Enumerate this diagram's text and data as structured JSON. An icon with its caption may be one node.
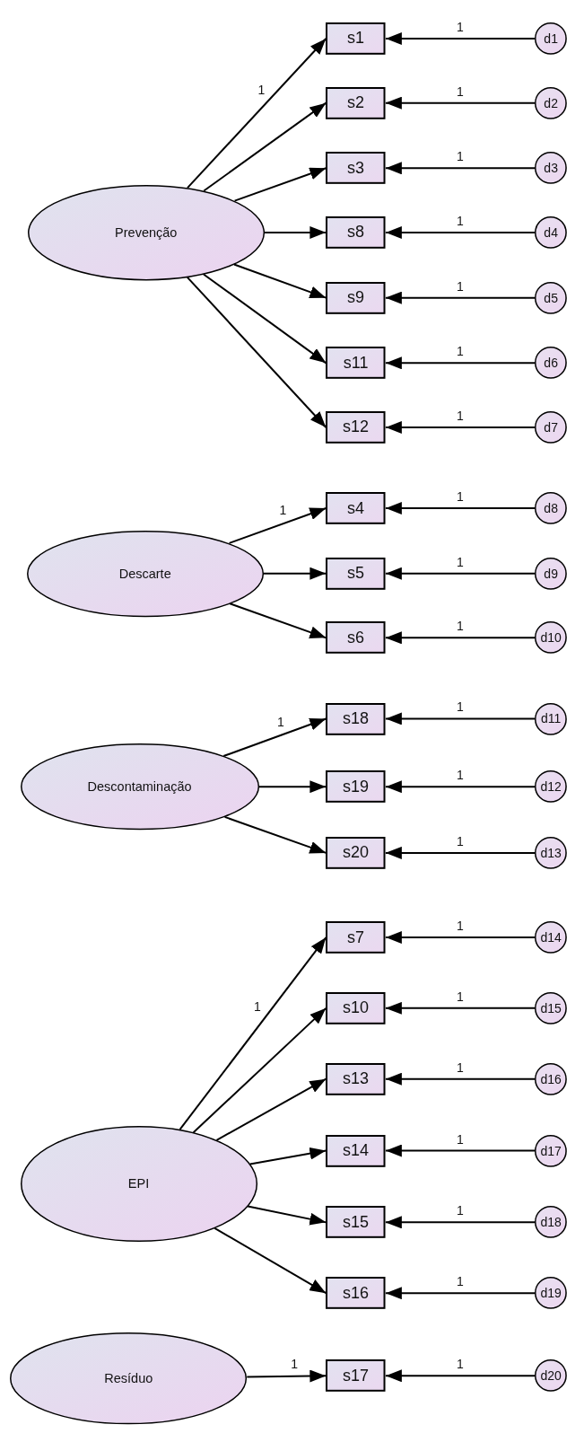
{
  "diagram": {
    "nodes": [
      {
        "text": [
          "Prevenção"
        ]
      },
      {
        "text": [
          "s1"
        ]
      },
      {
        "text": [
          "s2"
        ]
      },
      {
        "text": [
          "s3"
        ]
      },
      {
        "text": [
          "s8"
        ]
      },
      {
        "text": [
          "s9"
        ]
      },
      {
        "text": [
          "s11"
        ]
      },
      {
        "text": [
          "s12"
        ]
      },
      {
        "text": [
          "d1"
        ]
      },
      {
        "text": [
          "d2"
        ]
      },
      {
        "text": [
          "d3"
        ]
      },
      {
        "text": [
          "d4"
        ]
      },
      {
        "text": [
          "d5"
        ]
      },
      {
        "text": [
          "d6"
        ]
      },
      {
        "text": [
          "d7"
        ]
      },
      {
        "text": [
          "Descarte"
        ]
      },
      {
        "text": [
          "s4"
        ]
      },
      {
        "text": [
          "s5"
        ]
      },
      {
        "text": [
          "s6"
        ]
      },
      {
        "text": [
          "d8"
        ]
      },
      {
        "text": [
          "d9"
        ]
      },
      {
        "text": [
          "d10"
        ]
      },
      {
        "text": [
          "Descontaminação"
        ]
      },
      {
        "text": [
          "s18"
        ]
      },
      {
        "text": [
          "s19"
        ]
      },
      {
        "text": [
          "s20"
        ]
      },
      {
        "text": [
          "d11"
        ]
      },
      {
        "text": [
          "d12"
        ]
      },
      {
        "text": [
          "d13"
        ]
      },
      {
        "text": [
          "EPI"
        ]
      },
      {
        "text": [
          "s7"
        ]
      },
      {
        "text": [
          "s10"
        ]
      },
      {
        "text": [
          "s13"
        ]
      },
      {
        "text": [
          "s14"
        ]
      },
      {
        "text": [
          "s15"
        ]
      },
      {
        "text": [
          "s16"
        ]
      },
      {
        "text": [
          "d14"
        ]
      },
      {
        "text": [
          "d15"
        ]
      },
      {
        "text": [
          "d16"
        ]
      },
      {
        "text": [
          "d17"
        ]
      },
      {
        "text": [
          "d18"
        ]
      },
      {
        "text": [
          "d19"
        ]
      },
      {
        "text": [
          "Resíduo"
        ]
      },
      {
        "text": [
          "s17"
        ]
      },
      {
        "text": [
          "d20"
        ]
      }
    ],
    "edges": [
      {
        "from": 0,
        "to": 1,
        "arrow": "to",
        "label": "1"
      },
      {
        "from": 0,
        "to": 2,
        "arrow": "to"
      },
      {
        "from": 0,
        "to": 3,
        "arrow": "to"
      },
      {
        "from": 0,
        "to": 4,
        "arrow": "to"
      },
      {
        "from": 0,
        "to": 5,
        "arrow": "to"
      },
      {
        "from": 0,
        "to": 6,
        "arrow": "to"
      },
      {
        "from": 0,
        "to": 7,
        "arrow": "to"
      },
      {
        "from": 8,
        "to": 1,
        "arrow": "to",
        "label": "1"
      },
      {
        "from": 9,
        "to": 2,
        "arrow": "to",
        "label": "1"
      },
      {
        "from": 10,
        "to": 3,
        "arrow": "to",
        "label": "1"
      },
      {
        "from": 11,
        "to": 4,
        "arrow": "to",
        "label": "1"
      },
      {
        "from": 12,
        "to": 5,
        "arrow": "to",
        "label": "1"
      },
      {
        "from": 13,
        "to": 6,
        "arrow": "to",
        "label": "1"
      },
      {
        "from": 14,
        "to": 7,
        "arrow": "to",
        "label": "1"
      },
      {
        "from": 15,
        "to": 16,
        "arrow": "to",
        "label": "1"
      },
      {
        "from": 15,
        "to": 17,
        "arrow": "to"
      },
      {
        "from": 15,
        "to": 18,
        "arrow": "to"
      },
      {
        "from": 19,
        "to": 16,
        "arrow": "to",
        "label": "1"
      },
      {
        "from": 20,
        "to": 17,
        "arrow": "to",
        "label": "1"
      },
      {
        "from": 21,
        "to": 18,
        "arrow": "to",
        "label": "1"
      },
      {
        "from": 22,
        "to": 23,
        "arrow": "to",
        "label": "1"
      },
      {
        "from": 22,
        "to": 24,
        "arrow": "to"
      },
      {
        "from": 22,
        "to": 25,
        "arrow": "to"
      },
      {
        "from": 26,
        "to": 23,
        "arrow": "to",
        "label": "1"
      },
      {
        "from": 27,
        "to": 24,
        "arrow": "to",
        "label": "1"
      },
      {
        "from": 28,
        "to": 25,
        "arrow": "to",
        "label": "1"
      },
      {
        "from": 29,
        "to": 30,
        "arrow": "to",
        "label": "1"
      },
      {
        "from": 29,
        "to": 31,
        "arrow": "to"
      },
      {
        "from": 29,
        "to": 32,
        "arrow": "to"
      },
      {
        "from": 29,
        "to": 33,
        "arrow": "to"
      },
      {
        "from": 29,
        "to": 34,
        "arrow": "to"
      },
      {
        "from": 29,
        "to": 35,
        "arrow": "to"
      },
      {
        "from": 36,
        "to": 30,
        "arrow": "to",
        "label": "1"
      },
      {
        "from": 37,
        "to": 31,
        "arrow": "to",
        "label": "1"
      },
      {
        "from": 38,
        "to": 32,
        "arrow": "to",
        "label": "1"
      },
      {
        "from": 39,
        "to": 33,
        "arrow": "to",
        "label": "1"
      },
      {
        "from": 40,
        "to": 34,
        "arrow": "to",
        "label": "1"
      },
      {
        "from": 41,
        "to": 35,
        "arrow": "to",
        "label": "1"
      },
      {
        "from": 42,
        "to": 43,
        "arrow": "to",
        "label": "1"
      },
      {
        "from": 44,
        "to": 43,
        "arrow": "to",
        "label": "1"
      }
    ]
  }
}
